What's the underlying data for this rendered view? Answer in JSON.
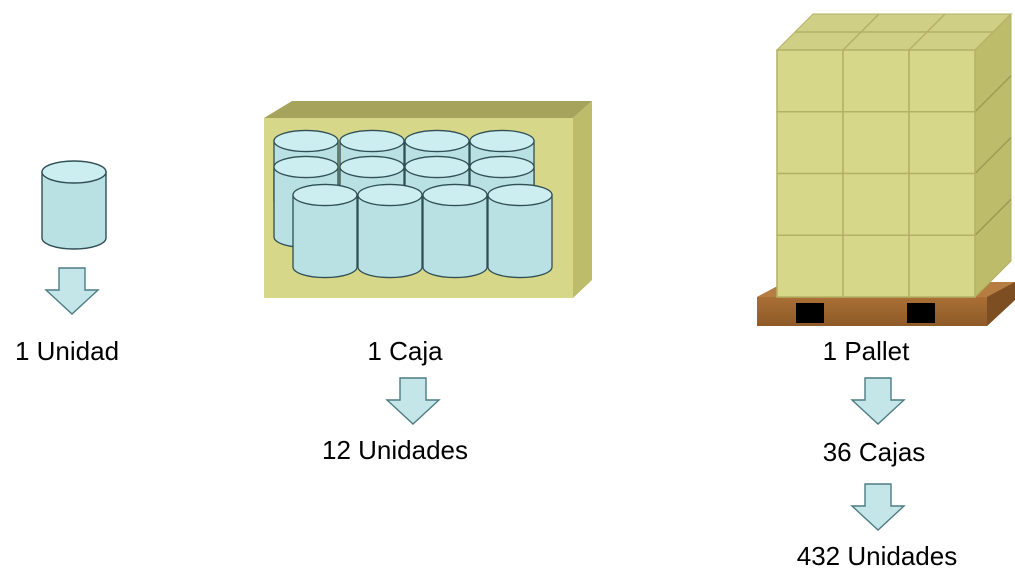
{
  "colors": {
    "can_fill": "#b9e0e3",
    "can_top": "#cdeef0",
    "can_stroke": "#2f4f55",
    "box_front": "#d7d789",
    "box_top": "#a6a45c",
    "box_side": "#bdbc6a",
    "arrow_fill": "#c5e6e8",
    "arrow_stroke": "#4d7c83",
    "pallet_wood": "#a4682f",
    "pallet_wood_dark": "#7c4e22",
    "pallet_hole": "#000000"
  },
  "icons": {
    "unit": "cylinder-can-icon",
    "box": "box-of-cans-icon",
    "pallet": "pallet-of-boxes-icon",
    "arrow": "down-arrow-icon"
  },
  "unit": {
    "label": "1 Unidad"
  },
  "box": {
    "label": "1 Caja",
    "contents": "12 Unidades"
  },
  "pallet": {
    "label": "1 Pallet",
    "contents_boxes": "36 Cajas",
    "contents_units": "432 Unidades"
  }
}
